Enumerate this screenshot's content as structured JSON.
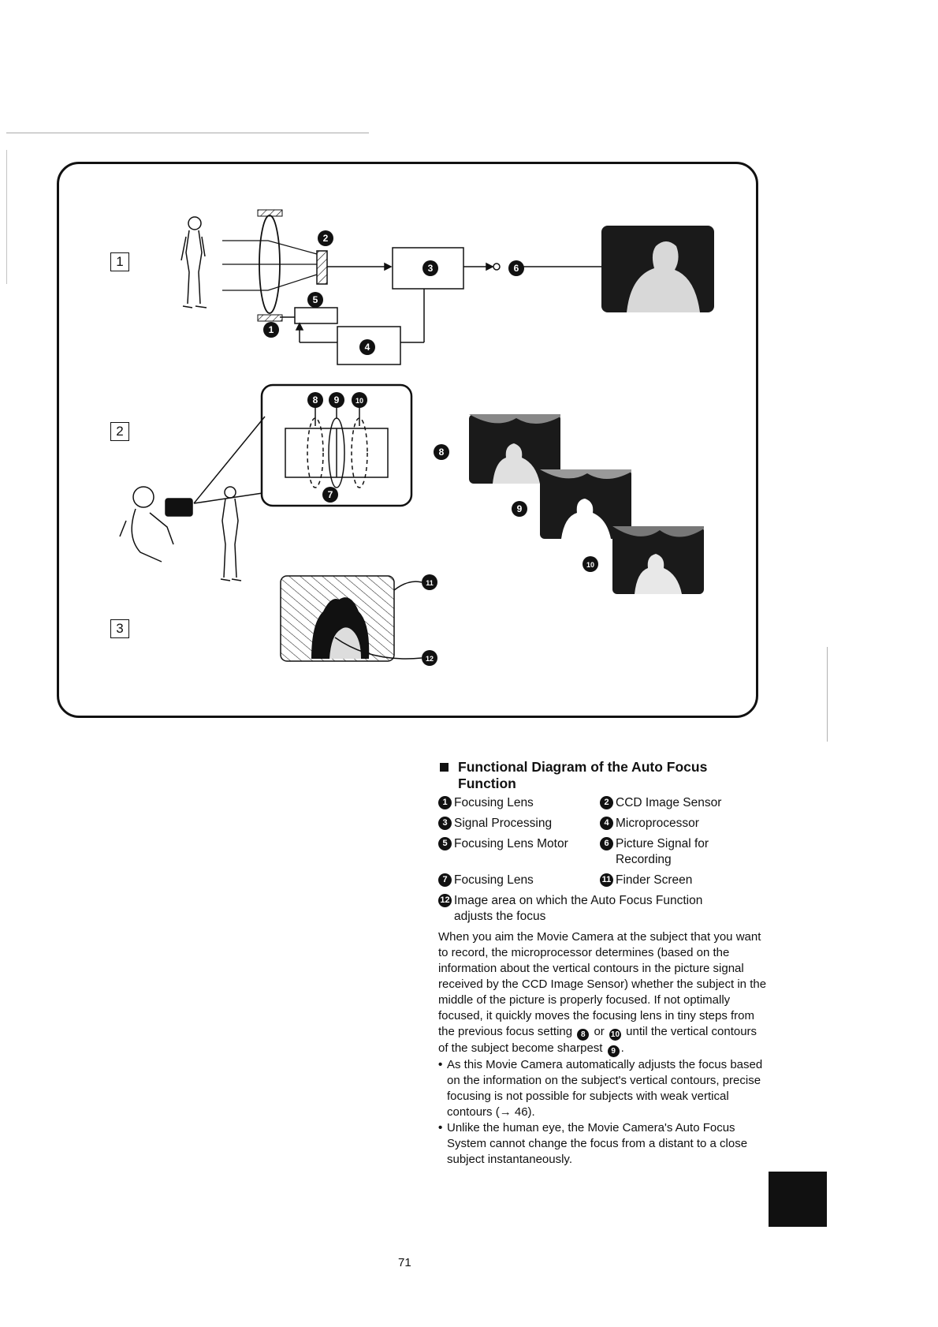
{
  "diagram": {
    "steps": [
      "1",
      "2",
      "3"
    ],
    "callouts": [
      "1",
      "2",
      "3",
      "4",
      "5",
      "6",
      "7",
      "8",
      "9",
      "10",
      "11",
      "12"
    ]
  },
  "legend": {
    "heading_line1": "Functional Diagram of the Auto Focus",
    "heading_line2": "Function",
    "items": [
      {
        "num": "1",
        "label": "Focusing Lens"
      },
      {
        "num": "2",
        "label": "CCD Image Sensor"
      },
      {
        "num": "3",
        "label": "Signal Processing"
      },
      {
        "num": "4",
        "label": "Microprocessor"
      },
      {
        "num": "5",
        "label": "Focusing Lens Motor"
      },
      {
        "num": "6",
        "label": "Picture Signal for Recording"
      },
      {
        "num": "7",
        "label": "Focusing Lens"
      },
      {
        "num": "11",
        "label": "Finder Screen"
      }
    ],
    "item12_num": "12",
    "item12_label": "Image area on which the Auto Focus Function adjusts the focus"
  },
  "body": {
    "para_before_8": "When you aim the Movie Camera at the subject that you want to record, the microprocessor determines (based on the information about the vertical contours in the picture signal received by the CCD Image Sensor) whether the subject in the middle of the picture is properly focused. If not optimally focused, it quickly moves the focusing lens in tiny steps from the previous focus setting",
    "ref_8": "8",
    "word_or": "or",
    "ref_10": "10",
    "para_after_10": "until the vertical contours of the subject become sharpest",
    "ref_9": "9",
    "bullet1": "As this Movie Camera automatically adjusts the focus based on the information on the subject's vertical contours, precise focusing is not possible for subjects with weak vertical contours (→ 46).",
    "bullet2": "Unlike the human eye, the Movie Camera's Auto Focus System cannot change the focus from a distant to a close subject instantaneously."
  },
  "page_number": "71"
}
